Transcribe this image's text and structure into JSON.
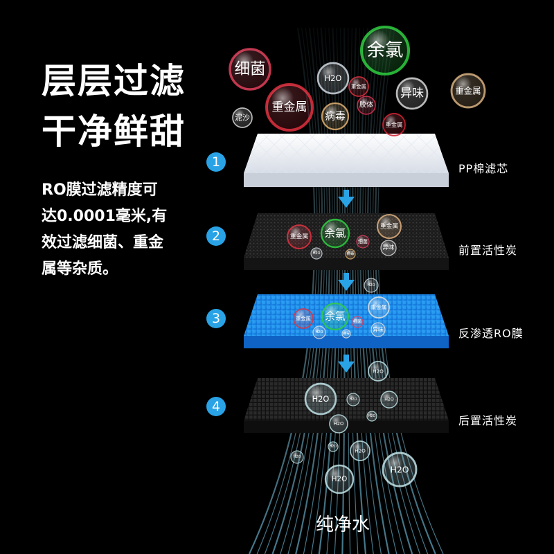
{
  "headline": {
    "line1": "层层过滤",
    "line2": "干净鲜甜"
  },
  "description": {
    "lines": [
      "RO膜过滤精度可",
      "达0.0001毫米,有",
      "效过滤细菌、重金",
      "属等杂质。"
    ]
  },
  "layers": [
    {
      "step": "1",
      "label": "PP棉滤芯",
      "color": "#f4f6fa"
    },
    {
      "step": "2",
      "label": "前置活性炭",
      "color": "#222222"
    },
    {
      "step": "3",
      "label": "反渗透RO膜",
      "color": "#1b8fe8"
    },
    {
      "step": "4",
      "label": "后置活性炭",
      "color": "#1a1a1a"
    }
  ],
  "outcome": "纯净水",
  "bubbles": {
    "top": [
      {
        "text": "余氯",
        "tint": "#2ecc40"
      },
      {
        "text": "细菌",
        "tint": "#e0405a"
      },
      {
        "text": "H2O",
        "tint": "#cfd8e0"
      },
      {
        "text": "重金属",
        "tint": "#e03040"
      },
      {
        "text": "异味",
        "tint": "#d8d8d8"
      },
      {
        "text": "重金属",
        "tint": "#d8b080"
      },
      {
        "text": "重金属",
        "tint": "#d02030"
      },
      {
        "text": "病毒",
        "tint": "#e0b070"
      },
      {
        "text": "胶体",
        "tint": "#e03050"
      },
      {
        "text": "重金属",
        "tint": "#e03040"
      },
      {
        "text": "泥沙",
        "tint": "#d8d8d8"
      }
    ],
    "layer2": [
      {
        "text": "余氯",
        "tint": "#2ecc40"
      },
      {
        "text": "重金属",
        "tint": "#e03040"
      },
      {
        "text": "重金属",
        "tint": "#e0b080"
      },
      {
        "text": "细菌",
        "tint": "#e04060"
      },
      {
        "text": "H2O",
        "tint": "#cfd8e0"
      },
      {
        "text": "病毒",
        "tint": "#e0b070"
      },
      {
        "text": "异味",
        "tint": "#d8d8d8"
      }
    ],
    "layer3": [
      {
        "text": "余氯",
        "tint": "#2ecc40"
      },
      {
        "text": "重金属",
        "tint": "#e03040"
      },
      {
        "text": "重金属",
        "tint": "#e0e0e0"
      },
      {
        "text": "H2O",
        "tint": "#e0e0e0"
      },
      {
        "text": "细菌",
        "tint": "#e04060"
      },
      {
        "text": "异味",
        "tint": "#e0e0e0"
      },
      {
        "text": "病毒",
        "tint": "#e0e0e0"
      },
      {
        "text": "H2O",
        "tint": "#cfd8e0"
      }
    ],
    "layer4": [
      {
        "text": "H2O",
        "tint": "#bfe3e8"
      },
      {
        "text": "H2O",
        "tint": "#bfe3e8"
      },
      {
        "text": "H2O",
        "tint": "#bfe3e8"
      },
      {
        "text": "H2O",
        "tint": "#bfe3e8"
      },
      {
        "text": "H2O",
        "tint": "#bfe3e8"
      },
      {
        "text": "H2O",
        "tint": "#bfe3e8"
      }
    ],
    "bottom": [
      {
        "text": "H2O",
        "tint": "#bfe3e8"
      },
      {
        "text": "H2O",
        "tint": "#bfe3e8"
      },
      {
        "text": "H2O",
        "tint": "#bfe3e8"
      },
      {
        "text": "H2O",
        "tint": "#bfe3e8"
      },
      {
        "text": "H2O",
        "tint": "#bfe3e8"
      }
    ]
  },
  "colors": {
    "background": "#000000",
    "accent": "#29a3e6",
    "flow": "#6fd6ff"
  }
}
